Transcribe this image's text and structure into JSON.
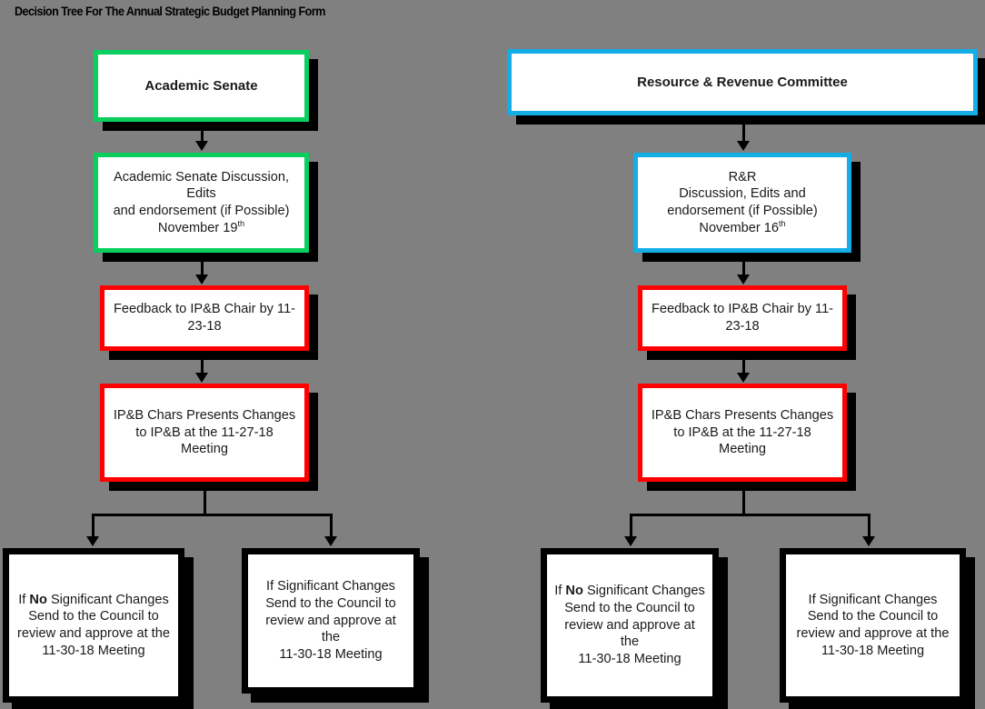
{
  "page": {
    "title": "Decision Tree For The Annual Strategic Budget Planning Form",
    "background_color": "#808080"
  },
  "colors": {
    "green": "#0ACF5E",
    "blue": "#14ADE5",
    "red": "#FF0000",
    "black": "#000000",
    "box_fill": "#FFFFFF",
    "text": "#1A1A1A"
  },
  "diagram": {
    "type": "flowchart",
    "branches": [
      {
        "id": "academic-senate",
        "accent": "#0ACF5E",
        "nodes": [
          {
            "id": "as-head",
            "label": "Academic Senate",
            "border_color": "#0ACF5E",
            "bold": true
          },
          {
            "id": "as-discussion",
            "lines": [
              "Academic Senate Discussion, Edits",
              "and endorsement (if Possible)",
              "November 19th"
            ],
            "line1": "Academic Senate Discussion, Edits",
            "line2": "and endorsement (if Possible)",
            "line3_main": "November 19",
            "line3_sup": "th",
            "border_color": "#0ACF5E"
          },
          {
            "id": "as-feedback",
            "line1": "Feedback to IP&B Chair by 11-",
            "line2": "23-18",
            "border_color": "#FF0000"
          },
          {
            "id": "as-ipb-presents",
            "line1": "IP&B Chars Presents Changes",
            "line2": "to IP&B at the 11-27-18",
            "line3": "Meeting",
            "border_color": "#FF0000"
          }
        ],
        "outcomes": [
          {
            "id": "as-no-change",
            "prefix": "If ",
            "emphasis": "No",
            "line1_suffix": " Significant Changes",
            "line2": "Send to the Council to",
            "line3": "review and approve at the",
            "line4": "11-30-18 Meeting",
            "border_color": "#000000"
          },
          {
            "id": "as-significant-change",
            "line1": "If Significant Changes",
            "line2": "Send to the Council to",
            "line3": "review and approve at the",
            "line4": "11-30-18 Meeting",
            "border_color": "#000000"
          }
        ]
      },
      {
        "id": "resource-revenue",
        "accent": "#14ADE5",
        "nodes": [
          {
            "id": "rr-head",
            "label": "Resource & Revenue Committee",
            "border_color": "#14ADE5",
            "bold": true
          },
          {
            "id": "rr-discussion",
            "line1": "R&R",
            "line2": "Discussion, Edits and",
            "line3": "endorsement  (if Possible)",
            "line4_main": "November 16",
            "line4_sup": "th",
            "border_color": "#14ADE5"
          },
          {
            "id": "rr-feedback",
            "line1": "Feedback to IP&B Chair by 11-",
            "line2": "23-18",
            "border_color": "#FF0000"
          },
          {
            "id": "rr-ipb-presents",
            "line1": "IP&B Chars Presents Changes",
            "line2": "to IP&B at the 11-27-18",
            "line3": "Meeting",
            "border_color": "#FF0000"
          }
        ],
        "outcomes": [
          {
            "id": "rr-no-change",
            "prefix": "If ",
            "emphasis": "No",
            "line1_suffix": " Significant Changes",
            "line2": "Send to the Council to",
            "line3": "review and approve at the",
            "line4": "11-30-18 Meeting",
            "border_color": "#000000"
          },
          {
            "id": "rr-significant-change",
            "line1": "If Significant Changes",
            "line2": "Send to the Council to",
            "line3": "review and approve at the",
            "line4": "11-30-18 Meeting",
            "border_color": "#000000"
          }
        ]
      }
    ]
  }
}
